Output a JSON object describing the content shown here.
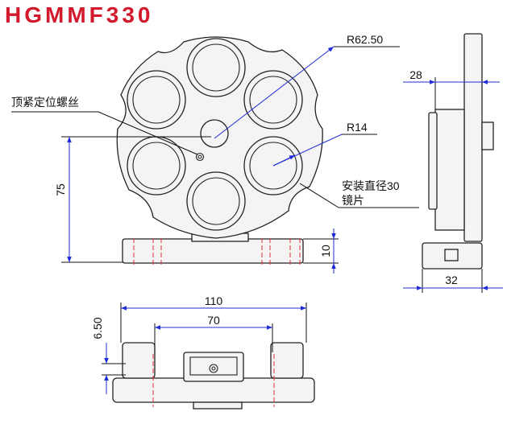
{
  "title": "HGMMF330",
  "dimensions": {
    "outer_radius": "R62.50",
    "hole_radius": "R14",
    "side_depth": "28",
    "side_width": "32",
    "center_height": "75",
    "base_thickness": "10",
    "base_length": "110",
    "slot_spacing": "70",
    "slot_offset": "6.50"
  },
  "annotations": {
    "set_screw": "顶紧定位螺丝",
    "mount_dia_line1": "安装直径30",
    "mount_dia_line2": "镜片"
  },
  "colors": {
    "title": "#d3192c",
    "dimension_line": "#1f2bd6",
    "center_line": "#e0303a",
    "outline": "#222222"
  }
}
